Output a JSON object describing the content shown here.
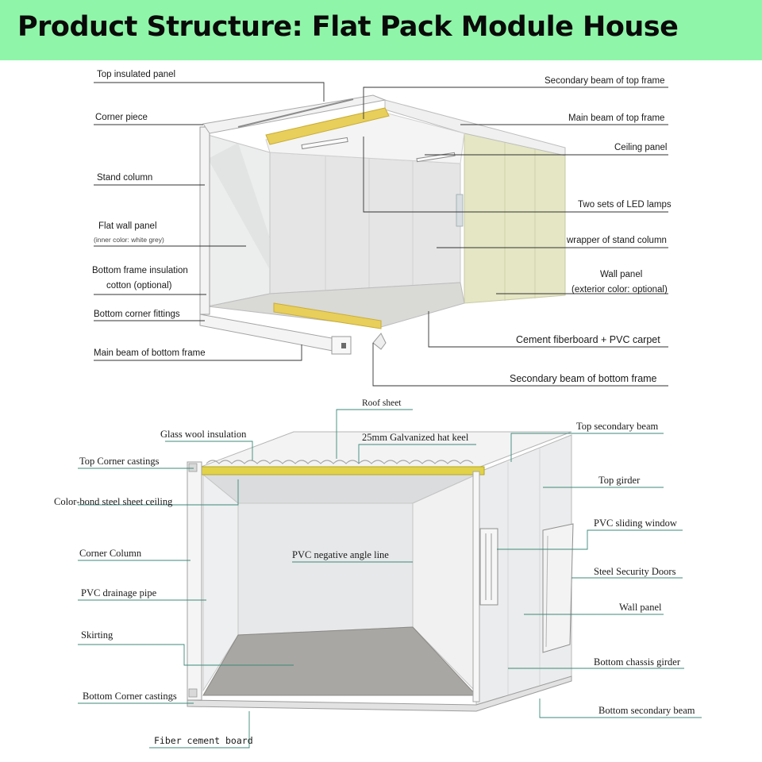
{
  "title": "Product Structure: Flat Pack Module House",
  "top_diagram": {
    "left_labels": [
      {
        "text": "Top insulated panel"
      },
      {
        "text": "Corner piece"
      },
      {
        "text": "Stand column"
      },
      {
        "text": "Flat wall panel"
      },
      {
        "text": "(inner color: white grey)"
      },
      {
        "text": "Bottom frame insulation"
      },
      {
        "text": "cotton (optional)"
      },
      {
        "text": "Bottom corner fittings"
      },
      {
        "text": "Main beam of bottom frame"
      }
    ],
    "right_labels": [
      {
        "text": "Secondary beam of top frame"
      },
      {
        "text": "Main beam of top frame"
      },
      {
        "text": "Ceiling panel"
      },
      {
        "text": "Two sets of LED lamps"
      },
      {
        "text": "wrapper of stand column"
      },
      {
        "text": "Wall panel"
      },
      {
        "text": "(exterior color: optional)"
      },
      {
        "text": "Cement fiberboard + PVC carpet"
      },
      {
        "text": "Secondary beam of bottom frame"
      }
    ]
  },
  "bottom_diagram": {
    "left_labels": [
      {
        "text": "Roof sheet"
      },
      {
        "text": "Glass wool insulation"
      },
      {
        "text": "25mm Galvanized hat keel"
      },
      {
        "text": "Top Corner castings"
      },
      {
        "text": "Color-bond steel sheet ceiling"
      },
      {
        "text": "Corner Column"
      },
      {
        "text": "PVC negative angle line"
      },
      {
        "text": "PVC drainage pipe"
      },
      {
        "text": "Skirting"
      },
      {
        "text": "Bottom Corner castings"
      },
      {
        "text": "Fiber cement board"
      }
    ],
    "right_labels": [
      {
        "text": "Top secondary beam"
      },
      {
        "text": "Top girder"
      },
      {
        "text": "PVC sliding window"
      },
      {
        "text": "Steel Security Doors"
      },
      {
        "text": "Wall panel"
      },
      {
        "text": "Bottom chassis girder"
      },
      {
        "text": "Bottom secondary beam"
      }
    ]
  },
  "colors": {
    "banner": "#8ff5a8",
    "insulation": "#e8cf5c",
    "panel_exterior": "#e4e6c4",
    "interior": "#e9ebea",
    "frame": "#f2f2f2",
    "leader_top": "#333333",
    "leader_bottom": "#3c8a78"
  }
}
